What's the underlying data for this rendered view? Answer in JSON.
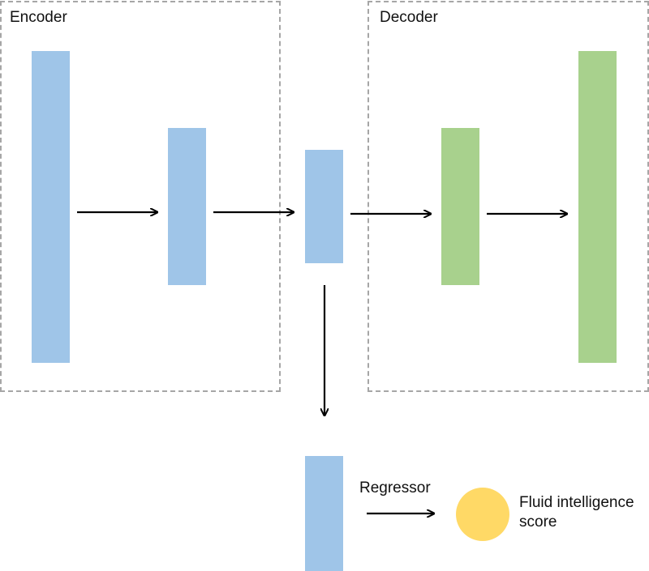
{
  "encoder": {
    "label": "Encoder"
  },
  "decoder": {
    "label": "Decoder"
  },
  "regressor": {
    "label": "Regressor"
  },
  "output": {
    "label": "Fluid intelligence score"
  },
  "colors": {
    "encoder_layer": "#9fc5e8",
    "decoder_layer": "#a8d18d",
    "output_node": "#ffd966",
    "group_border": "#a6a6a6",
    "arrow": "#000000"
  }
}
